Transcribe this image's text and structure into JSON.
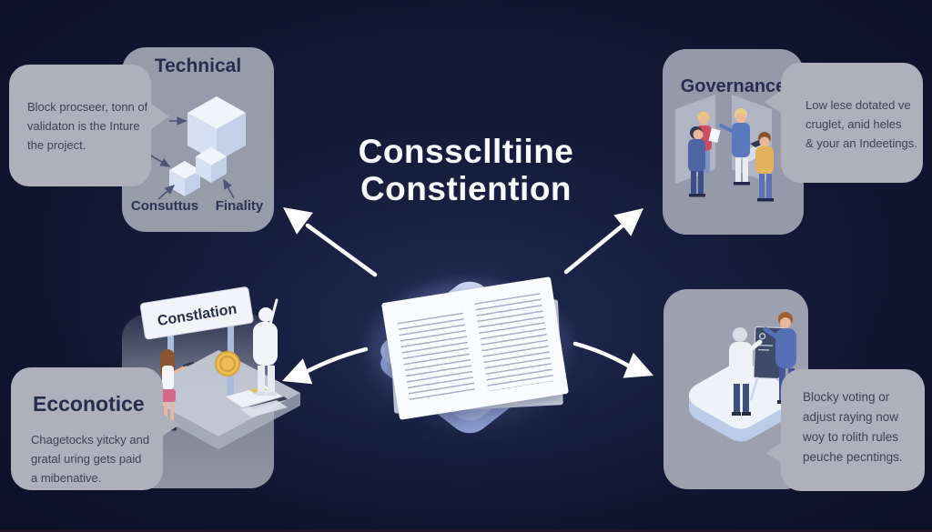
{
  "title": {
    "line1": "Conssclltiine",
    "line2": "Constiention"
  },
  "panels": {
    "technical": {
      "heading": "Technical",
      "bubble_lines": [
        "Block procseer, tonn of",
        "validaton is the Inture",
        "the project."
      ],
      "label_consensus": "Consuttus",
      "label_finality": "Finality"
    },
    "governance": {
      "heading": "Governance",
      "bubble_lines": [
        "Low lese dotated ve",
        "cruglet, anid heles",
        "& your an Indeetings."
      ]
    },
    "economic": {
      "heading": "Ecconotice",
      "bubble_lines": [
        "Chagetocks yitcky and",
        "gratal uring gets paid",
        "a mibenative."
      ],
      "sign_text": "Constlation"
    },
    "voting": {
      "bubble_lines": [
        "Blocky voting or",
        "adjust raying now",
        "woy to rolith rules",
        "peuche pecntings."
      ]
    }
  },
  "colors": {
    "background": "#121834",
    "panel_gray": "#979caa",
    "bubble_gray": "#aeb1bb",
    "heading_navy": "#262e4d",
    "body_text": "#3c4257",
    "title_white": "#f7f9fc",
    "arrow_white": "#ffffff",
    "cube_light_blue": "#e9f0fa",
    "diamond_periwinkle": "#b2c0e8",
    "coin_gold": "#ecbe55"
  }
}
